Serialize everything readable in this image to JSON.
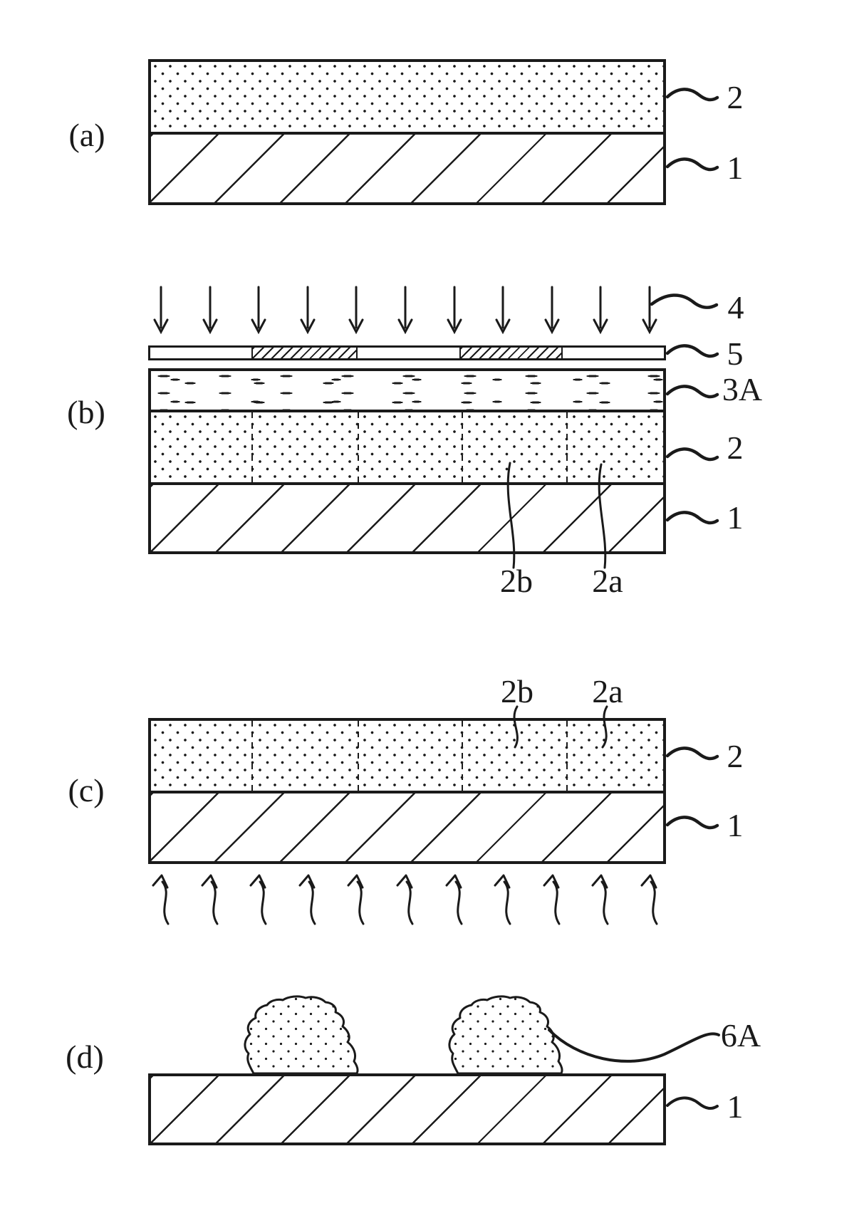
{
  "figure_labels": {
    "panel_a": {
      "panel": "(a)",
      "ref_2": "2",
      "ref_1": "1"
    },
    "panel_b": {
      "panel": "(b)",
      "ref_4": "4",
      "ref_5": "5",
      "ref_3a": "3A",
      "ref_2": "2",
      "ref_1": "1",
      "ref_2b": "2b",
      "ref_2a": "2a"
    },
    "panel_c": {
      "panel": "(c)",
      "ref_2b": "2b",
      "ref_2a": "2a",
      "ref_2": "2",
      "ref_1": "1"
    },
    "panel_d": {
      "panel": "(d)",
      "ref_6a": "6A",
      "ref_1": "1"
    }
  },
  "colors": {
    "ink": "#1a1a1a",
    "paper": "#ffffff"
  }
}
